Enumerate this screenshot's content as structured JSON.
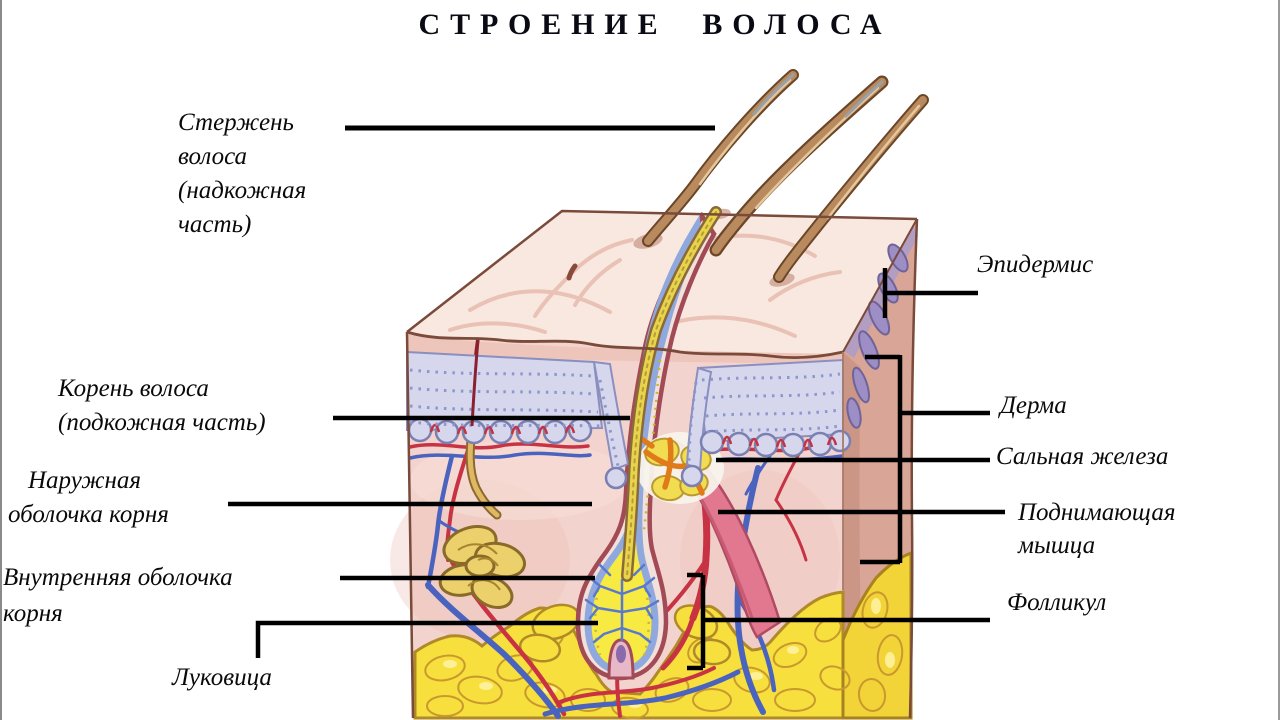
{
  "title": "СТРОЕНИЕ  ВОЛОСА",
  "labels": {
    "sterzhen": "Стержень\nволоса\n(надкожная\nчасть)",
    "koren": "Корень волоса\n(подкожная часть)",
    "naruzhnaya": "Наружная\nоболочка корня",
    "vnutrennyaya": "Внутренняя  оболочка\nкорня",
    "lukovitsa": "Луковица",
    "epidermis": "Эпидермис",
    "derma": "Дерма",
    "salnaya": "Сальная железа",
    "podnimayushchaya": "Поднимающая\nмышца",
    "follikul": "Фолликул"
  },
  "palette": {
    "leader_line": "#000000",
    "skin_top": "#f8e8e0",
    "dermis_pink": "#f3d3cd",
    "epidermis_violet": "#d6d6ed",
    "epidermis_speckle": "#8d97cc",
    "side_face": "#d9a596",
    "fat_yellow": "#f7df3e",
    "fat_outline": "#b08a28",
    "hair_brown": "#b98a5e",
    "sheath_yellow": "#f6ea43",
    "sheath_outline": "#a24a55",
    "vessel_red": "#c83344",
    "vessel_blue": "#4a63be",
    "muscle_pink": "#e2788f",
    "gland_orange": "#e07b1a"
  }
}
